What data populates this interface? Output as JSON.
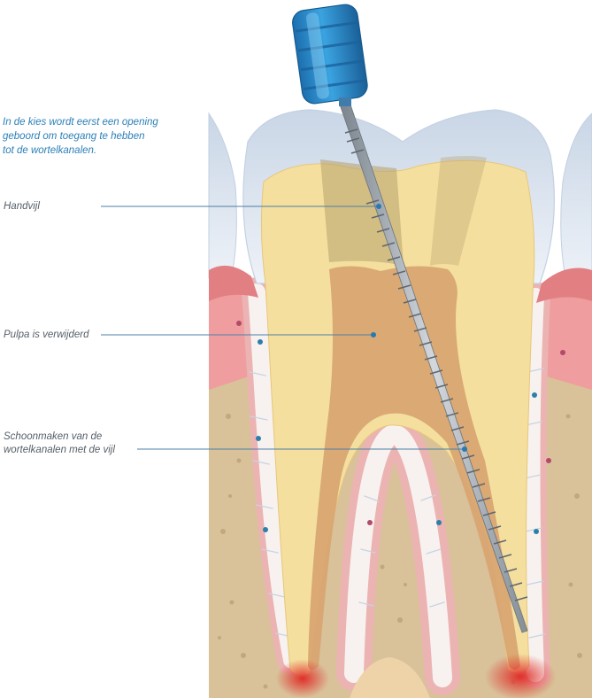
{
  "intro": {
    "text": "In de kies wordt eerst een opening\ngeboord om toegang te hebben\ntot de wortelkanalen."
  },
  "callouts": [
    {
      "id": "handvijl",
      "text": "Handvijl"
    },
    {
      "id": "pulpa",
      "text": "Pulpa is verwijderd"
    },
    {
      "id": "schoonmaken",
      "text": "Schoonmaken van de\nwortelkanalen met de vijl"
    }
  ],
  "colors": {
    "accent_text": "#2a7fb8",
    "label_text": "#555f68",
    "leader_line": "#4d7fa6",
    "enamel": "#dfe7f1",
    "dentin": "#f5df9e",
    "pulp": "#d8a06e",
    "gum": "#e9a1a1",
    "bone": "#d8bf97",
    "file_handle": "#2f8fd0",
    "file_shaft": "#9aa2ab"
  }
}
